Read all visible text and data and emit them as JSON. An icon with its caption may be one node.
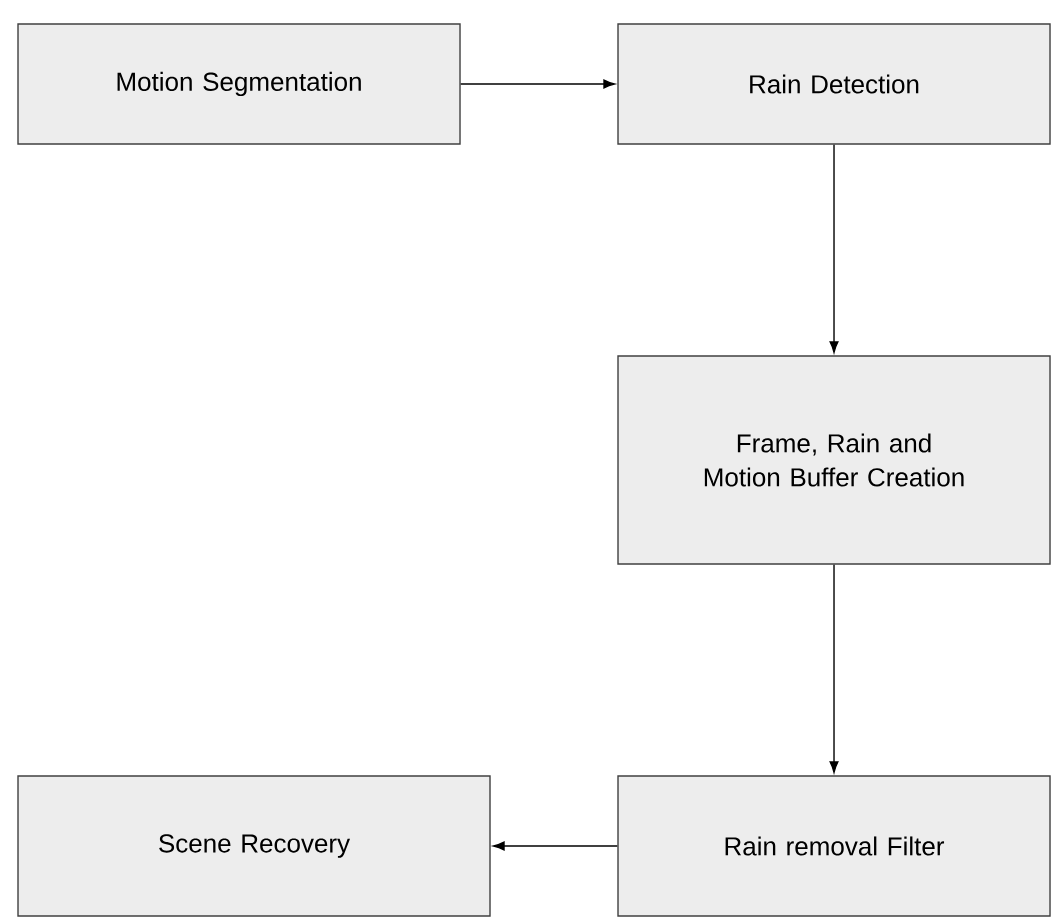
{
  "diagram": {
    "nodes": [
      {
        "text": [
          "Motion Segmentation"
        ]
      },
      {
        "text": [
          "Rain Detection"
        ]
      },
      {
        "text": [
          "Frame, Rain and Motion Buffer Creation"
        ]
      },
      {
        "text": [
          "Rain removal Filter"
        ]
      },
      {
        "text": [
          "Scene Recovery"
        ]
      }
    ],
    "edges": [
      {
        "from": 0,
        "to": 1,
        "arrow": "to"
      },
      {
        "from": 1,
        "to": 2,
        "arrow": "to"
      },
      {
        "from": 2,
        "to": 3,
        "arrow": "to"
      },
      {
        "from": 3,
        "to": 4,
        "arrow": "to"
      }
    ]
  }
}
